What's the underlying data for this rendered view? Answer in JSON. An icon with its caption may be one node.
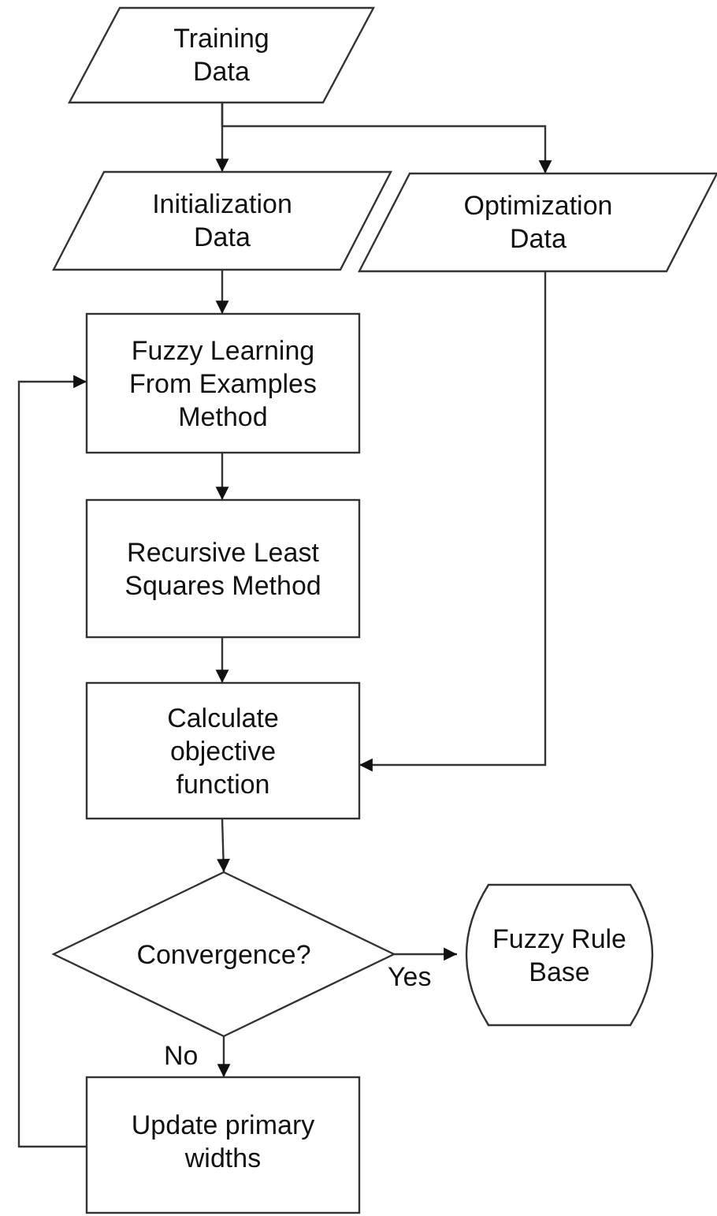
{
  "diagram": {
    "nodes": [
      {
        "text": [
          "Training Data"
        ]
      },
      {
        "text": [
          "Initialization Data"
        ]
      },
      {
        "text": [
          "Optimization Data"
        ]
      },
      {
        "text": [
          "Fuzzy Learning From Examples Method"
        ]
      },
      {
        "text": [
          "Recursive Least Squares Method"
        ]
      },
      {
        "text": [
          "Calculate objective function"
        ]
      },
      {
        "text": [
          "Convergence?"
        ]
      },
      {
        "text": [
          "Fuzzy Rule Base"
        ]
      },
      {
        "text": [
          "Update primary widths"
        ]
      }
    ],
    "edges": [
      {
        "from": 0,
        "to": 1,
        "arrow": "to"
      },
      {
        "from": 0,
        "to": 2,
        "arrow": "to"
      },
      {
        "from": 1,
        "to": 3,
        "arrow": "to"
      },
      {
        "from": 3,
        "to": 4,
        "arrow": "to"
      },
      {
        "from": 4,
        "to": 5,
        "arrow": "to"
      },
      {
        "from": 2,
        "to": 5,
        "arrow": "to"
      },
      {
        "from": 5,
        "to": 6,
        "arrow": "to"
      },
      {
        "from": 6,
        "to": 7,
        "arrow": "to",
        "label": "Yes"
      },
      {
        "from": 6,
        "to": 8,
        "arrow": "to",
        "label": "No"
      },
      {
        "from": 8,
        "to": 3,
        "arrow": "to"
      }
    ]
  }
}
